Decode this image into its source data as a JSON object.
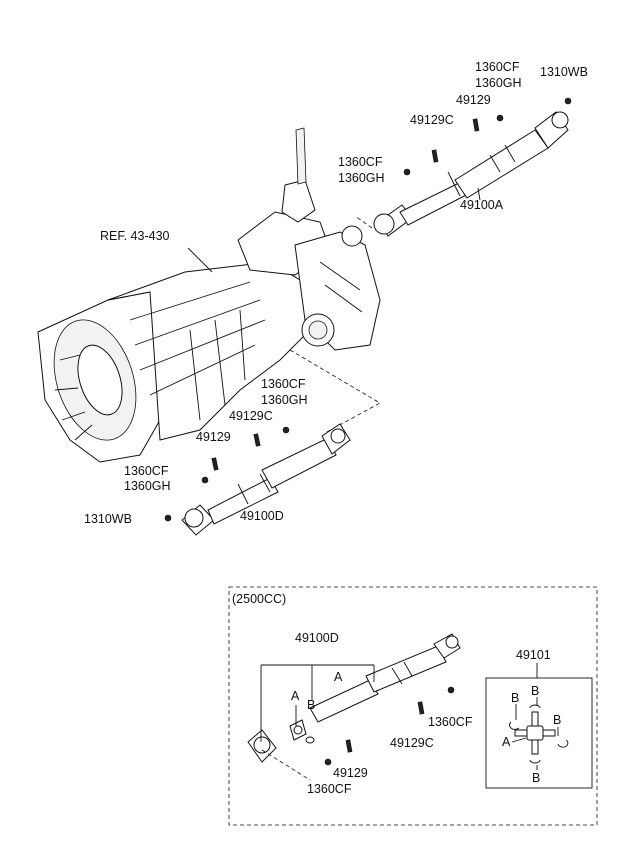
{
  "top_shaft": {
    "c1": "1360CF",
    "c2": "1360GH",
    "b1": "49129",
    "b2": "49129C",
    "wb": "1310WB",
    "cl1": "1360CF",
    "cl2": "1360GH",
    "shaft": "49100A"
  },
  "transmission": {
    "ref": "REF. 43-430"
  },
  "bottom_shaft": {
    "c1": "1360CF",
    "c2": "1360GH",
    "b2": "49129C",
    "b1": "49129",
    "cl1": "1360CF",
    "cl2": "1360GH",
    "wb": "1310WB",
    "shaft": "49100D"
  },
  "inset": {
    "title": "(2500CC)",
    "shaft": "49100D",
    "a1": "A",
    "a2": "A",
    "b": "B",
    "c1": "1360CF",
    "b2": "49129C",
    "b1": "49129",
    "c2": "1360CF"
  },
  "ujoint": {
    "part": "49101",
    "b_top": "B",
    "b_left": "B",
    "b_right": "B",
    "a": "A",
    "b_bottom": "B"
  }
}
